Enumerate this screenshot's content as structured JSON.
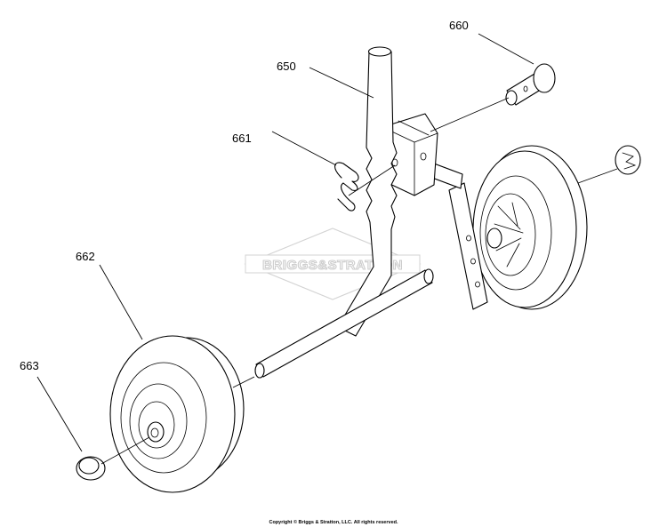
{
  "callouts": {
    "p650": "650",
    "p660": "660",
    "p661": "661",
    "p662": "662",
    "p663": "663"
  },
  "watermark": {
    "left": "BRIGGS",
    "amp": "&",
    "right": "STRATTON"
  },
  "footer": {
    "copyright": "Copyright © Briggs & Stratton, LLC. All rights reserved."
  },
  "colors": {
    "line": "#000000",
    "watermark_outline": "#c8c8c8",
    "background": "#ffffff"
  }
}
